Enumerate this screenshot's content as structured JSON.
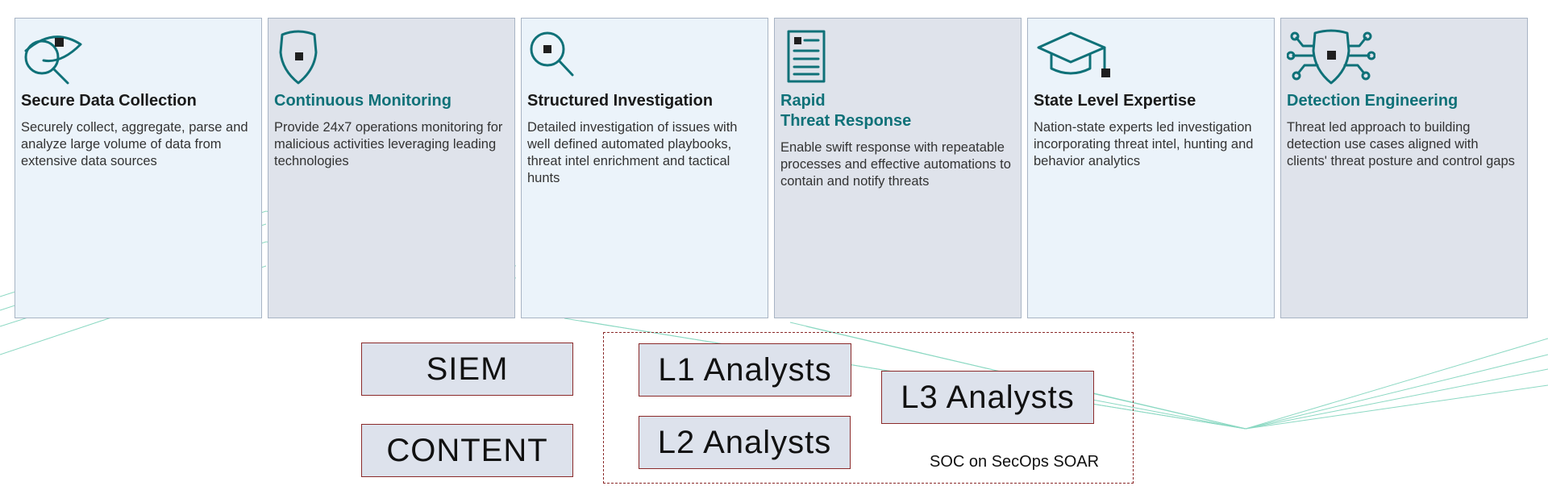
{
  "cards": [
    {
      "icon": "eye-magnifier-icon",
      "title": "Secure Data Collection",
      "title_color": "#1a1a1a",
      "description": "Securely collect, aggregate, parse and analyze large volume of data from extensive data sources"
    },
    {
      "icon": "shield-icon",
      "title": "Continuous Monitoring",
      "title_color": "#0f7178",
      "description": "Provide 24x7 operations monitoring for malicious activities leveraging leading technologies"
    },
    {
      "icon": "magnifier-icon",
      "title": "Structured Investigation",
      "title_color": "#1a1a1a",
      "description": "Detailed investigation of issues with well defined automated playbooks, threat intel enrichment and tactical hunts"
    },
    {
      "icon": "document-icon",
      "title": "Rapid\nThreat Response",
      "title_color": "#0f7178",
      "description": "Enable swift response with repeatable processes and effective automations to contain and notify threats"
    },
    {
      "icon": "graduation-cap-icon",
      "title": "State Level Expertise",
      "title_color": "#1a1a1a",
      "description": "Nation-state experts led investigation incorporating threat intel, hunting and behavior analytics"
    },
    {
      "icon": "shield-circuit-icon",
      "title": "Detection Engineering",
      "title_color": "#0f7178",
      "description": "Threat led approach to building detection use cases aligned with clients' threat posture and control gaps"
    }
  ],
  "boxes": {
    "siem": "SIEM",
    "content": "CONTENT",
    "l1": "L1 Analysts",
    "l2": "L2 Analysts",
    "l3": "L3 Analysts"
  },
  "soar_label": "SOC on SecOps SOAR",
  "colors": {
    "accent_teal": "#0f7178",
    "box_border": "#8b2a2a",
    "card_light": "#ebf3fa",
    "card_dark": "#dfe3eb",
    "line_teal": "#6fcfb4"
  }
}
